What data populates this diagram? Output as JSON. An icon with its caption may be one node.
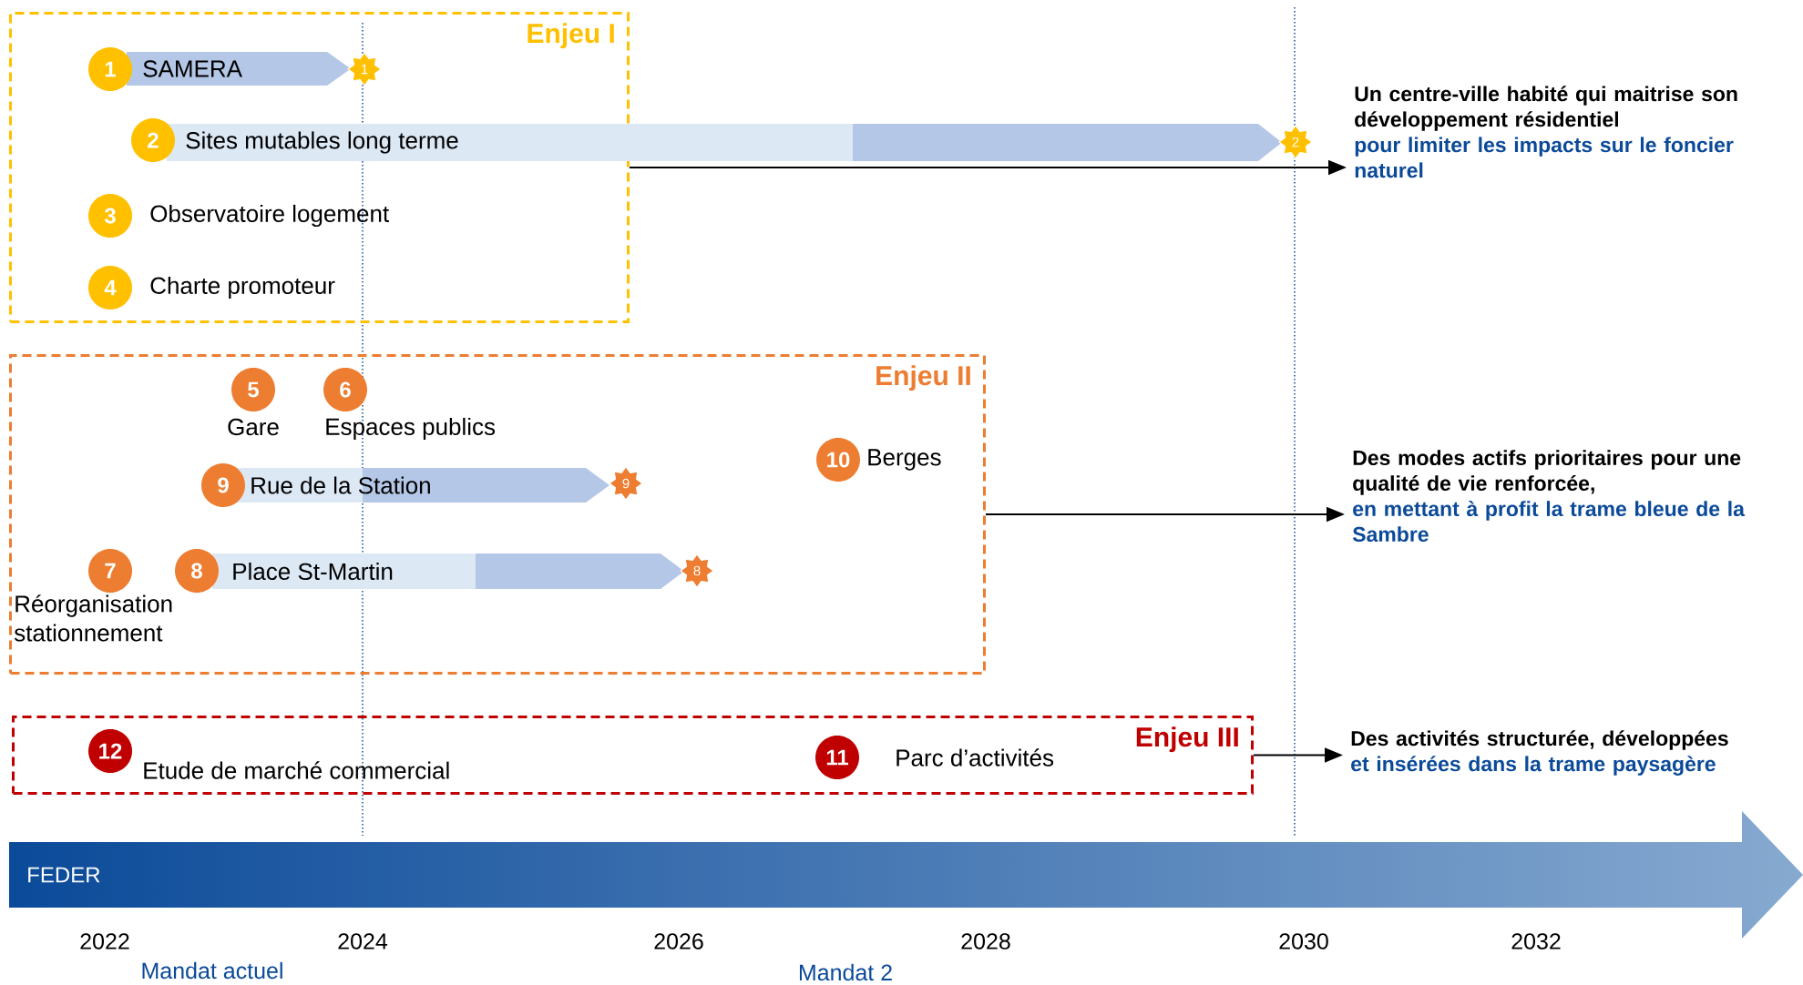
{
  "diagram": {
    "nodes": [
      {
        "text": [
          "Enjeu I"
        ]
      },
      {
        "text": [
          "1"
        ],
        "in": 0
      },
      {
        "text": [
          "SAMERA"
        ],
        "in": 0
      },
      {
        "text": [
          "1"
        ],
        "in": 0
      },
      {
        "text": [
          "2"
        ],
        "in": 0
      },
      {
        "text": [
          "Sites mutables long terme"
        ]
      },
      {
        "text": [
          "2"
        ]
      },
      {
        "text": [
          "3"
        ],
        "beside": [
          "Observatoire logement"
        ],
        "in": 0
      },
      {
        "text": [
          "4"
        ],
        "beside": [
          "Charte promoteur"
        ],
        "in": 0
      },
      {
        "text": [
          "Enjeu II"
        ]
      },
      {
        "text": [
          "5"
        ],
        "beside": [
          "Gare"
        ],
        "in": 9
      },
      {
        "text": [
          "6"
        ],
        "beside": [
          "Espaces publics"
        ],
        "in": 9
      },
      {
        "text": [
          "9"
        ],
        "in": 9
      },
      {
        "text": [
          "Rue de la Station"
        ],
        "in": 9
      },
      {
        "text": [
          "9"
        ],
        "in": 9
      },
      {
        "text": [
          "10"
        ],
        "beside": [
          "Berges"
        ],
        "in": 9
      },
      {
        "text": [
          "7"
        ],
        "beside": [
          "Réorganisation stationnement"
        ],
        "in": 9
      },
      {
        "text": [
          "8"
        ],
        "in": 9
      },
      {
        "text": [
          "Place St-Martin"
        ],
        "in": 9
      },
      {
        "text": [
          "8"
        ],
        "in": 9
      },
      {
        "text": [
          "Enjeu III"
        ]
      },
      {
        "text": [
          "12"
        ],
        "beside": [
          "Etude de marché commercial"
        ],
        "in": 20
      },
      {
        "text": [
          "11"
        ],
        "beside": [
          "Parc d’activités"
        ],
        "in": 20
      },
      {
        "text": [
          "Un centre-ville habité qui maitrise son développement résidentiel",
          "pour limiter les impacts sur le foncier naturel"
        ]
      },
      {
        "text": [
          "Des modes actifs prioritaires pour une qualité de vie renforcée,",
          "en mettant à profit la trame bleue de la Sambre"
        ]
      },
      {
        "text": [
          "Des activités structurée, développées",
          "et insérées dans la trame paysagère"
        ]
      },
      {
        "text": [
          "FEDER"
        ]
      }
    ],
    "edges": [
      {
        "from": 0,
        "to": 23,
        "arrow": "to"
      },
      {
        "from": 9,
        "to": 24,
        "arrow": "to"
      },
      {
        "from": 20,
        "to": 25,
        "arrow": "to"
      }
    ],
    "labels": [
      "2022",
      "2024",
      "2026",
      "2028",
      "2030",
      "2032",
      "Mandat actuel",
      "Mandat 2"
    ]
  }
}
